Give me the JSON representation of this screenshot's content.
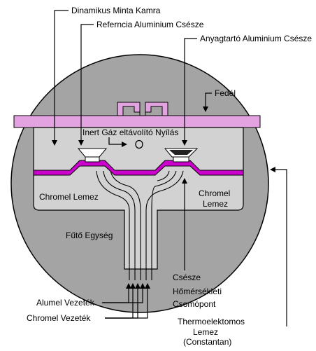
{
  "labels": {
    "dynamic_chamber": "Dinamikus Minta Kamra",
    "reference_cup": "Referncia Aluminium Csésze",
    "sample_cup": "Anyagtartó Aluminium Csésze",
    "lid": "Fedél",
    "inert_gas_outlet": "Inert Gáz eltávolító Nyílás",
    "chromel_plate_left": "Chromel Lemez",
    "chromel_plate_right_line1": "Chromel",
    "chromel_plate_right_line2": "Lemez",
    "heater": "Fűtő Egység",
    "cup_temp_junction_line1": "Csésze",
    "cup_temp_junction_line2": "Hőmérsékleti",
    "cup_temp_junction_line3": "Csomópont",
    "alumel_wire": "Alumel Vezeték",
    "chromel_wire": "Chromel Vezeték",
    "thermoelectric_plate_line1": "Thermoelektomos",
    "thermoelectric_plate_line2": "Lemez",
    "thermoelectric_plate_line3": "(Constantan)"
  },
  "colors": {
    "outer_body": "#a4a4a4",
    "chamber": "#d2d2d2",
    "lid_band": "#e3a3e0",
    "chromel_plate": "#cc00cc",
    "outline": "#000000"
  }
}
